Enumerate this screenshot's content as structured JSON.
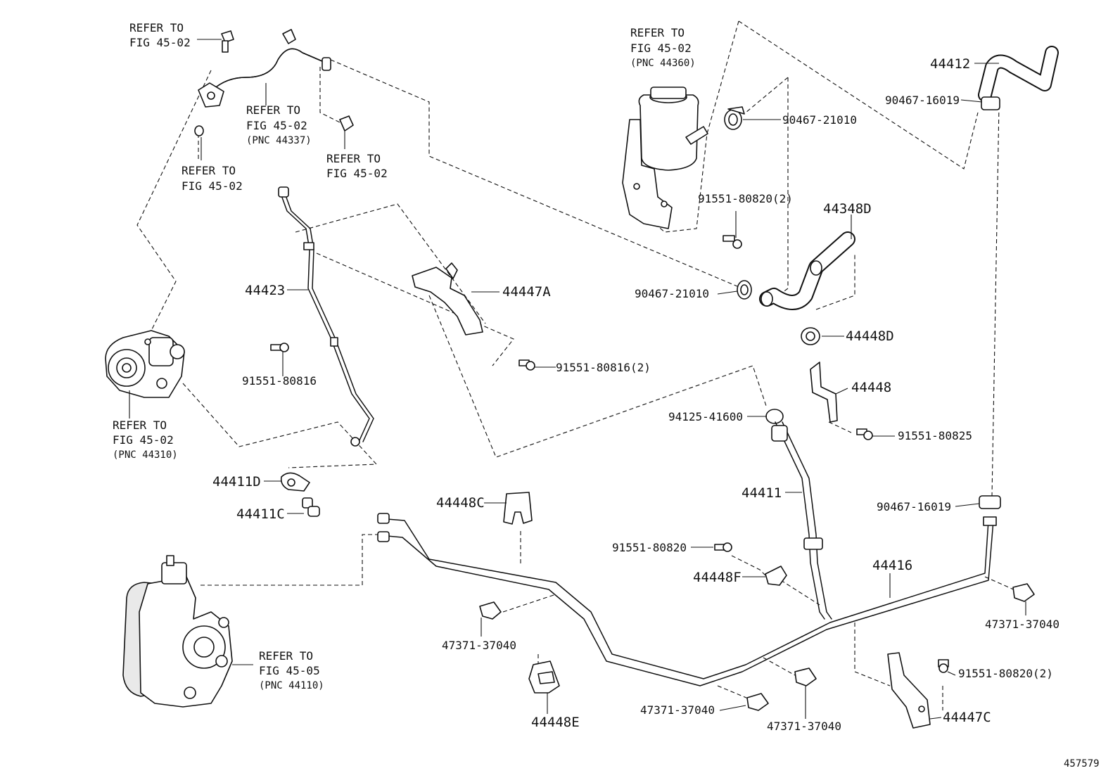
{
  "diagram": {
    "figure_id": "457579",
    "labels": {
      "ref_top_left_a": [
        "REFER TO",
        "FIG 45-02"
      ],
      "ref_top_left_b": [
        "REFER TO",
        "FIG 45-02",
        "(PNC 44337)"
      ],
      "ref_top_left_c": [
        "REFER TO",
        "FIG 45-02"
      ],
      "ref_top_left_d": [
        "REFER TO",
        "FIG 45-02"
      ],
      "ref_reservoir": [
        "REFER TO",
        "FIG 45-02",
        "(PNC 44360)"
      ],
      "ref_pump": [
        "REFER TO",
        "FIG 45-02",
        "(PNC 44310)"
      ],
      "ref_gear": [
        "REFER TO",
        "FIG 45-05",
        "(PNC 44110)"
      ],
      "p44412": "44412",
      "p90467_16019_top": "90467-16019",
      "p90467_21010_top": "90467-21010",
      "p91551_80820_2_top": "91551-80820(2)",
      "p44348D": "44348D",
      "p90467_21010_mid": "90467-21010",
      "p44448D": "44448D",
      "p44448": "44448",
      "p91551_80825": "91551-80825",
      "p94125_41600": "94125-41600",
      "p44423": "44423",
      "p44447A": "44447A",
      "p91551_80816": "91551-80816",
      "p91551_80816_2": "91551-80816(2)",
      "p44411D": "44411D",
      "p44411C": "44411C",
      "p44411": "44411",
      "p90467_16019_mid": "90467-16019",
      "p44448C": "44448C",
      "p91551_80820": "91551-80820",
      "p44448F": "44448F",
      "p44416": "44416",
      "p47371_37040_right": "47371-37040",
      "p47371_37040_left": "47371-37040",
      "p91551_80820_2_bot": "91551-80820(2)",
      "p44447C": "44447C",
      "p47371_37040_bot1": "47371-37040",
      "p47371_37040_bot2": "47371-37040",
      "p44448E": "44448E"
    }
  }
}
